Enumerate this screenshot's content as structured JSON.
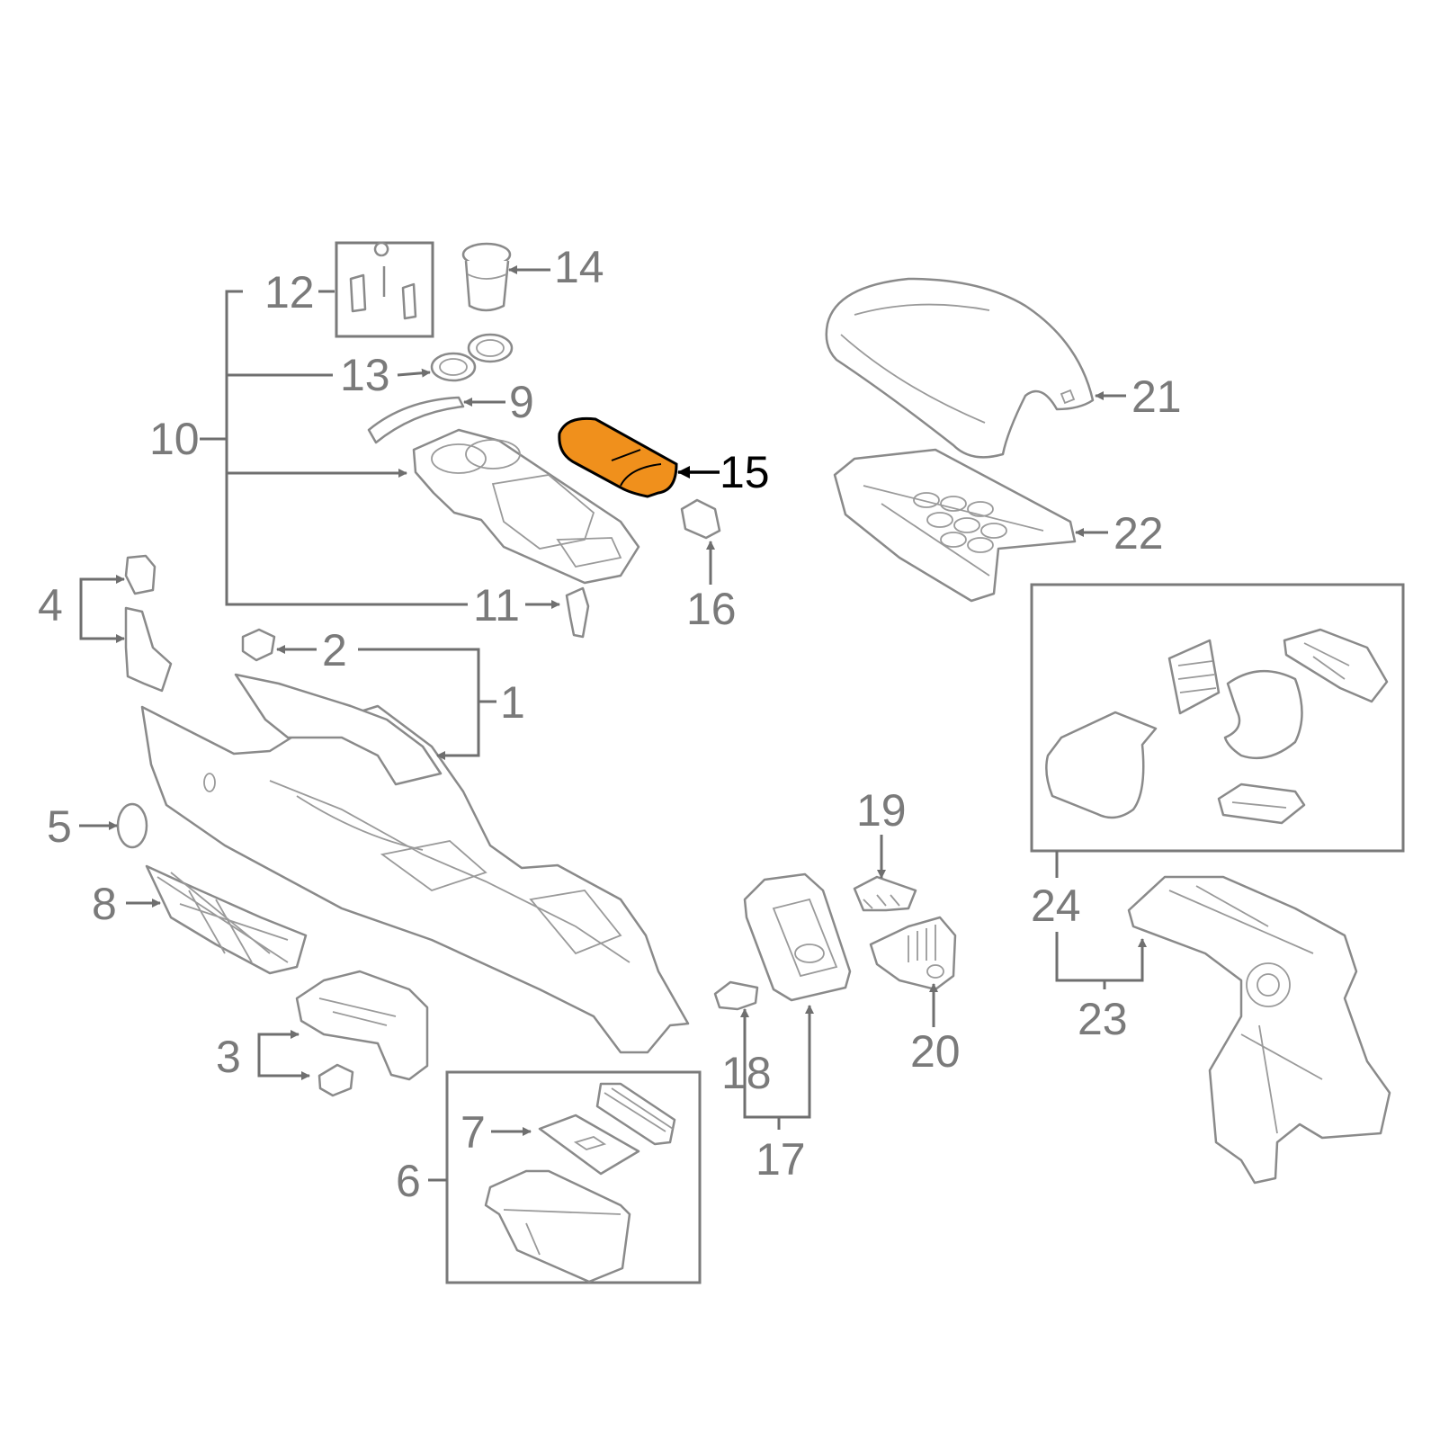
{
  "diagram": {
    "highlight_color": "#f0901c",
    "line_color": "#7a7a7a",
    "callouts": {
      "c1": "1",
      "c2": "2",
      "c3": "3",
      "c4": "4",
      "c5": "5",
      "c6": "6",
      "c7": "7",
      "c8": "8",
      "c9": "9",
      "c10": "10",
      "c11": "11",
      "c12": "12",
      "c13": "13",
      "c14": "14",
      "c15": "15",
      "c16": "16",
      "c17": "17",
      "c18": "18",
      "c19": "19",
      "c20": "20",
      "c21": "21",
      "c22": "22",
      "c23": "23",
      "c24": "24"
    },
    "highlighted_part": "15"
  }
}
